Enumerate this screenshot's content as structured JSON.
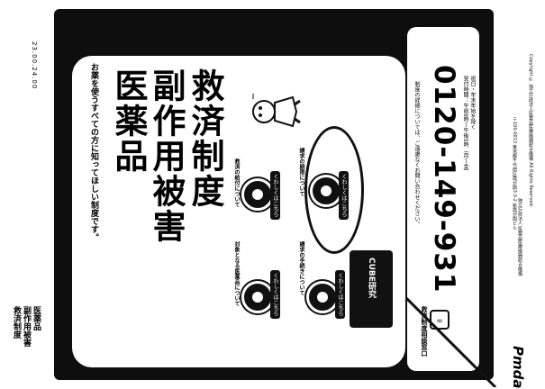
{
  "side": {
    "code": "23.00.24.00",
    "label_lines": [
      "医薬品",
      "副作用被害",
      "救済制度"
    ]
  },
  "header": "お薬を使うすべての方に知ってほしい制度です。",
  "title": {
    "col1": "医薬品",
    "col2": "副作用被害",
    "col3": "救済制度"
  },
  "figures": [
    {
      "label": "対象となる医薬品について",
      "badge": "くわしくはこちら"
    },
    {
      "label": "救済の給付について",
      "badge": "くわしくはこちら"
    },
    {
      "label": "請求の手続きについて",
      "badge": "くわしくはこちら"
    },
    {
      "label": "請求の期限について",
      "badge": "くわしくはこちら"
    }
  ],
  "cu_bar": "CUBE研究",
  "phone": {
    "intro": "制度の詳細については、ご遠慮なくお問い合わせください。",
    "number": "0120-149-931",
    "hours": "受付時間：午前9時〜午後5時（月〜金）",
    "note": "祝日・年末年始を除く",
    "side_label": "救済制度相談窓口"
  },
  "footer": {
    "org": "Pmda",
    "org_full": "独立行政法人 医薬品医療機器総合機構",
    "address": "〒100-0013 東京都千代田区霞が関3-3-2 新霞が関ビル",
    "copyright": "Copyright © 独立行政法人医薬品医療機器総合機構 All Rights Reserved."
  },
  "colors": {
    "frame": "#0e0e0e",
    "panel": "#ffffff",
    "text": "#000000"
  },
  "icons": [
    "person-icon",
    "circle-icon",
    "phone-icon",
    "pointer-arrow-icon"
  ]
}
